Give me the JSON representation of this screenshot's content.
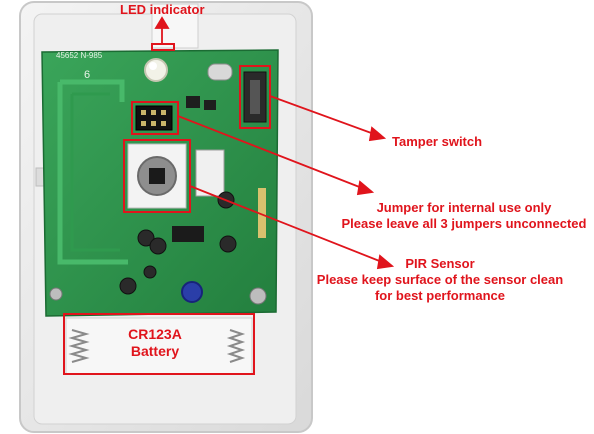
{
  "labels": {
    "led": "LED indicator",
    "tamper": "Tamper switch",
    "jumper_line1": "Jumper for internal use only",
    "jumper_line2": "Please leave all 3 jumpers unconnected",
    "pir_title": "PIR Sensor",
    "pir_line1": "Please keep surface of the sensor clean",
    "pir_line2": "for best performance",
    "battery_line1": "CR123A",
    "battery_line2": "Battery"
  },
  "board_text": {
    "part_number": "45652 N-985",
    "digit": "6"
  },
  "colors": {
    "annotation": "#e0141c",
    "pcb": "#2f9a4e",
    "pcb_dark": "#1f7a3a",
    "housing": "#e9e9e9"
  }
}
